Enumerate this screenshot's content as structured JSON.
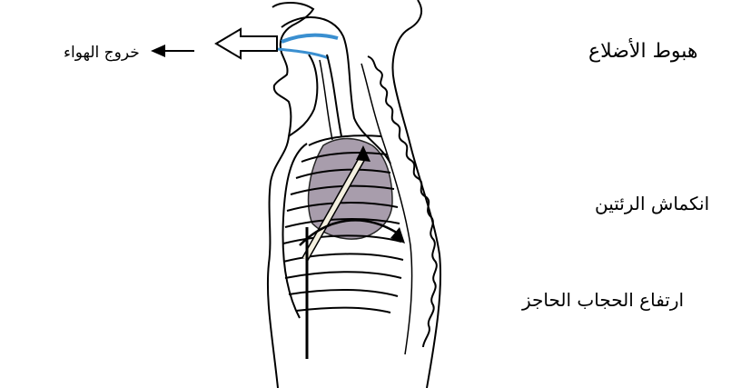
{
  "diagram": {
    "labels": {
      "air_out": "خروج الهواء",
      "ribs": "هبوط الأضلاع",
      "lungs": "انكماش الرئتين",
      "diaphragm": "ارتفاع الحجاب الحاجز"
    },
    "colors": {
      "line": "#000000",
      "airway_highlight": "#3a8fd0",
      "lung_tissue": "#9a8c9e",
      "background": "#ffffff"
    }
  }
}
